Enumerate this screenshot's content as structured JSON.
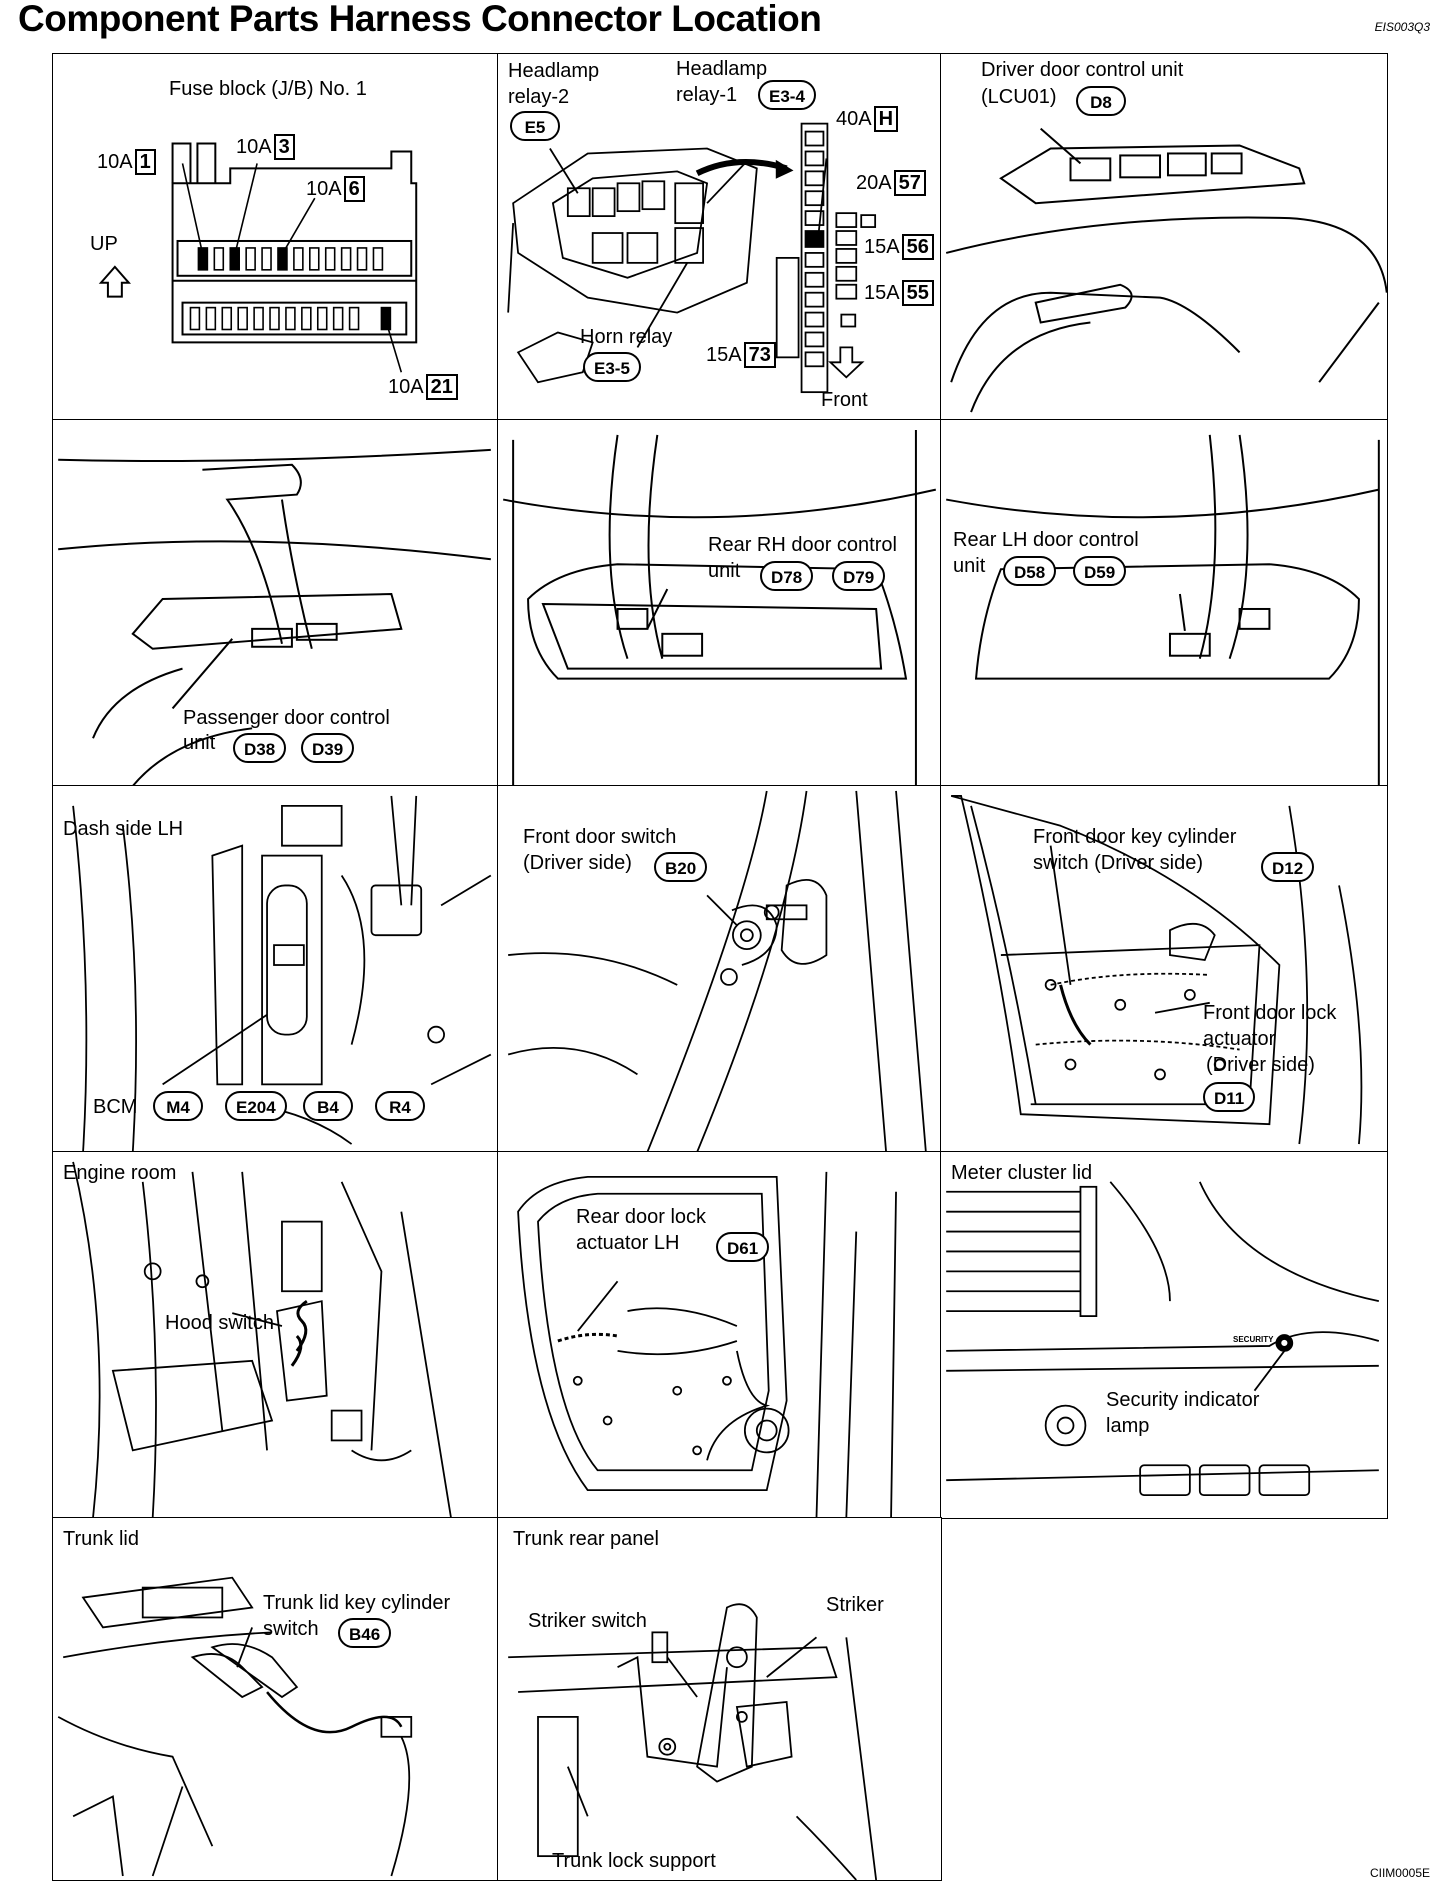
{
  "header": {
    "title": "Component Parts Harness Connector Location",
    "doc_code": "EIS003Q3"
  },
  "footer": {
    "figure_code": "CIIM0005E"
  },
  "panels": {
    "fuse_block": {
      "title": "Fuse block (J/B) No. 1",
      "up_label": "UP",
      "fuses": [
        {
          "amp": "10A",
          "num": "1"
        },
        {
          "amp": "10A",
          "num": "3"
        },
        {
          "amp": "10A",
          "num": "6"
        },
        {
          "amp": "10A",
          "num": "21"
        }
      ]
    },
    "engine_relay_box": {
      "headlamp_relay2": "Headlamp\nrelay-2",
      "headlamp_relay2_conn": "E5",
      "headlamp_relay1": "Headlamp\nrelay-1",
      "headlamp_relay1_conn": "E3-4",
      "horn_relay": "Horn relay",
      "horn_relay_conn": "E3-5",
      "front_label": "Front",
      "fuses": [
        {
          "amp": "40A",
          "num": "H"
        },
        {
          "amp": "20A",
          "num": "57"
        },
        {
          "amp": "15A",
          "num": "56"
        },
        {
          "amp": "15A",
          "num": "55"
        },
        {
          "amp": "15A",
          "num": "73"
        }
      ]
    },
    "driver_door": {
      "label_line1": "Driver door control unit",
      "label_line2": "(LCU01)",
      "conn": "D8"
    },
    "passenger_door": {
      "label_line1": "Passenger door control",
      "label_line2": "unit",
      "conn1": "D38",
      "conn2": "D39"
    },
    "rear_rh_door": {
      "label_line1": "Rear RH door control",
      "label_line2": "unit",
      "conn1": "D78",
      "conn2": "D79"
    },
    "rear_lh_door": {
      "label_line1": "Rear LH door control",
      "label_line2": "unit",
      "conn1": "D58",
      "conn2": "D59"
    },
    "dash_side": {
      "title": "Dash side LH",
      "bcm_label": "BCM",
      "conns": [
        "M4",
        "E204",
        "B4",
        "R4"
      ]
    },
    "front_door_switch": {
      "label_line1": "Front door switch",
      "label_line2": "(Driver side)",
      "conn": "B20"
    },
    "key_cylinder_front": {
      "label_line1": "Front door key cylinder",
      "label_line2": "switch (Driver side)",
      "conn": "D12",
      "actuator_line1": "Front door lock",
      "actuator_line2": "actuator",
      "actuator_line3": "(Driver side)",
      "actuator_conn": "D11"
    },
    "engine_room": {
      "title": "Engine room",
      "hood_switch": "Hood switch"
    },
    "rear_door_lock": {
      "label_line1": "Rear door lock",
      "label_line2": "actuator LH",
      "conn": "D61"
    },
    "meter_cluster": {
      "title": "Meter cluster lid",
      "security_text": "SECURITY",
      "indicator_line1": "Security indicator",
      "indicator_line2": "lamp"
    },
    "trunk_lid": {
      "title": "Trunk lid",
      "label_line1": "Trunk lid key cylinder",
      "label_line2": "switch",
      "conn": "B46"
    },
    "trunk_rear": {
      "title": "Trunk rear panel",
      "striker_switch": "Striker switch",
      "striker": "Striker",
      "support": "Trunk lock support"
    }
  }
}
